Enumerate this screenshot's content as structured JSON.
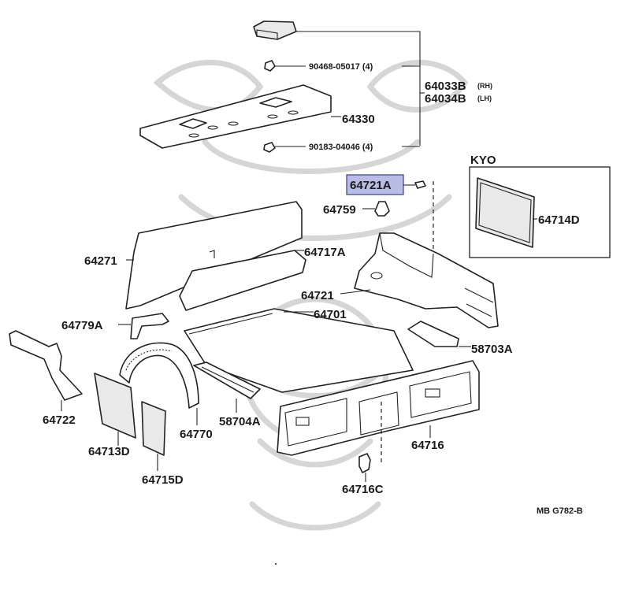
{
  "parts": {
    "p64033B": "64033B",
    "p64033B_side": "(RH)",
    "p64034B": "64034B",
    "p64034B_side": "(LH)",
    "p90468": "90468-05017 (4)",
    "p90183": "90183-04046 (4)",
    "p64330": "64330",
    "kyo": "KYO",
    "p64721A": "64721A",
    "p64759": "64759",
    "p64714D": "64714D",
    "p64271": "64271",
    "p64717A": "64717A",
    "p64721": "64721",
    "p64701": "64701",
    "p64779A": "64779A",
    "p58703A": "58703A",
    "p64722": "64722",
    "p64713D": "64713D",
    "p64715D": "64715D",
    "p64770": "64770",
    "p58704A": "58704A",
    "p64716": "64716",
    "p64716C": "64716C"
  },
  "footer": {
    "ref": "MB  G782-B"
  },
  "highlight_color": "#b9bde6"
}
